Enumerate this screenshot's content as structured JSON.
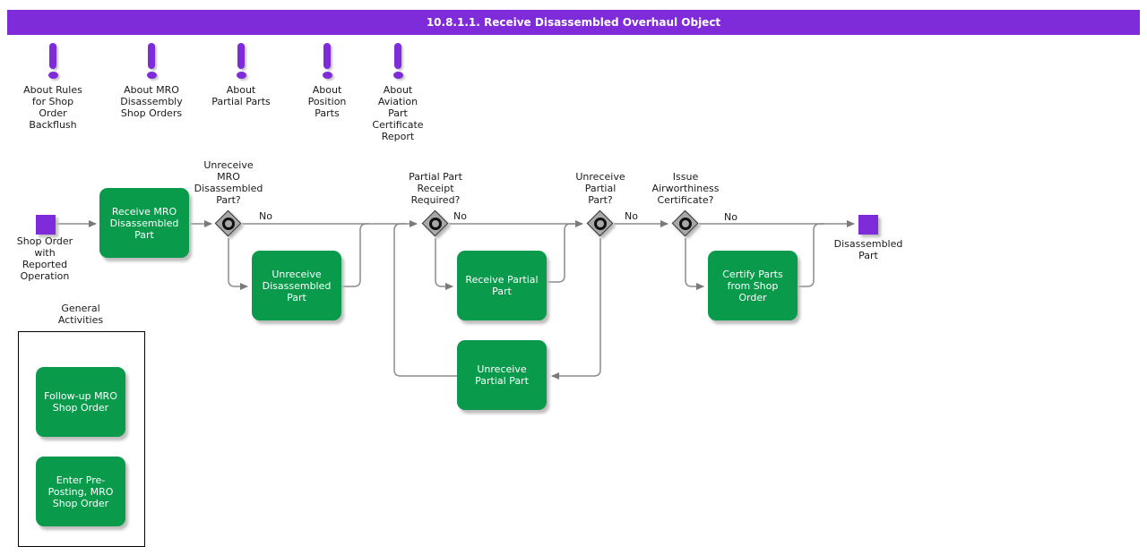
{
  "title": "10.8.1.1. Receive Disassembled Overhaul Object",
  "colors": {
    "purple": "#7e2cda",
    "green": "#0a9a4b",
    "diamond_gray": "#a8a8a8",
    "line_gray": "#8c8c8c"
  },
  "info_icons": [
    {
      "icon": "exclamation-icon",
      "label": "About Rules\nfor Shop\nOrder\nBackflush"
    },
    {
      "icon": "exclamation-icon",
      "label": "About MRO\nDisassembly\nShop Orders"
    },
    {
      "icon": "exclamation-icon",
      "label": "About\nPartial Parts"
    },
    {
      "icon": "exclamation-icon",
      "label": "About\nPosition\nParts"
    },
    {
      "icon": "exclamation-icon",
      "label": "About\nAviation\nPart\nCertificate\nReport"
    }
  ],
  "flow": {
    "start": {
      "label": "Shop Order\nwith\nReported\nOperation"
    },
    "end": {
      "label": "Disassembled\nPart"
    },
    "tasks": [
      {
        "label": "Receive MRO\nDisassembled\nPart"
      },
      {
        "label": "Unreceive\nDisassembled\nPart"
      },
      {
        "label": "Receive Partial\nPart"
      },
      {
        "label": "Unreceive\nPartial Part"
      },
      {
        "label": "Certify Parts\nfrom Shop\nOrder"
      }
    ],
    "decisions": [
      {
        "question": "Unreceive\nMRO\nDisassembled\nPart?",
        "no_label": "No"
      },
      {
        "question": "Partial Part\nReceipt\nRequired?",
        "no_label": "No"
      },
      {
        "question": "Unreceive\nPartial\nPart?",
        "no_label": "No"
      },
      {
        "question": "Issue\nAirworthiness\nCertificate?",
        "no_label": "No"
      }
    ]
  },
  "general_activities": {
    "title": "General\nActivities",
    "tasks": [
      {
        "label": "Follow-up MRO\nShop Order"
      },
      {
        "label": "Enter Pre-\nPosting, MRO\nShop Order"
      }
    ]
  }
}
